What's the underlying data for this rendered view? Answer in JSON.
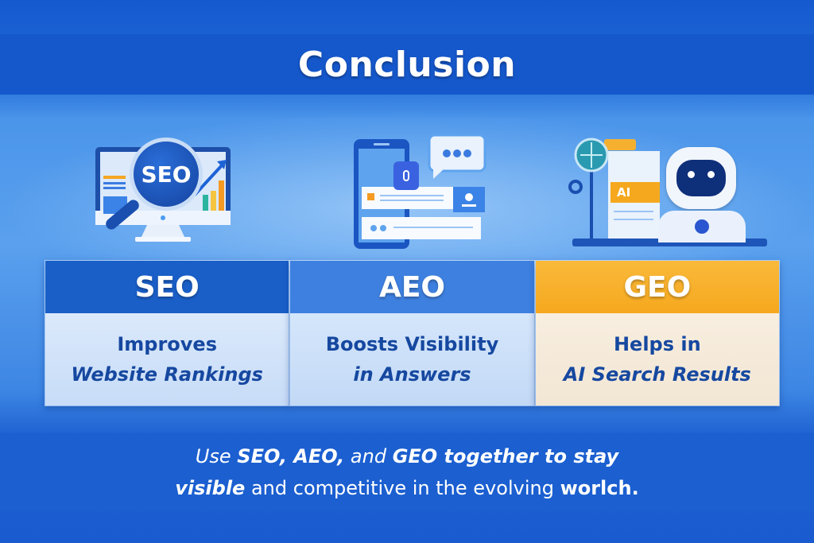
{
  "title": "Conclusion",
  "illustrations": {
    "seo": {
      "badge_text": "SEO",
      "icons": [
        "monitor-icon",
        "magnifier-icon",
        "bar-chart-icon",
        "trend-arrow-icon"
      ]
    },
    "aeo": {
      "icons": [
        "smartphone-icon",
        "microphone-icon",
        "chat-bubble-icon",
        "user-card-icon"
      ]
    },
    "geo": {
      "badge_text": "AI",
      "icons": [
        "globe-icon",
        "robot-icon",
        "document-icon",
        "play-icon"
      ]
    }
  },
  "cards": [
    {
      "id": "seo",
      "heading": "SEO",
      "line1": "Improves",
      "line2": "Website Rankings",
      "color": "#1a5fc8"
    },
    {
      "id": "aeo",
      "heading": "AEO",
      "line1": "Boosts Visibility",
      "line2": "in Answers",
      "color": "#3e80e0"
    },
    {
      "id": "geo",
      "heading": "GEO",
      "line1": "Helps in",
      "line2": "AI Search Results",
      "color": "#f6a81e"
    }
  ],
  "footer": {
    "line1": {
      "p1": "Use ",
      "b1": "SEO, AEO,",
      "p2": " and ",
      "b2": "GEO together to stay"
    },
    "line2": {
      "b1": "visible",
      "p1": " and competitive in the evolving ",
      "b2": "worlch."
    }
  },
  "colors": {
    "primary": "#1558cc",
    "accent": "#f6a81e",
    "text_dark": "#1648a0"
  }
}
